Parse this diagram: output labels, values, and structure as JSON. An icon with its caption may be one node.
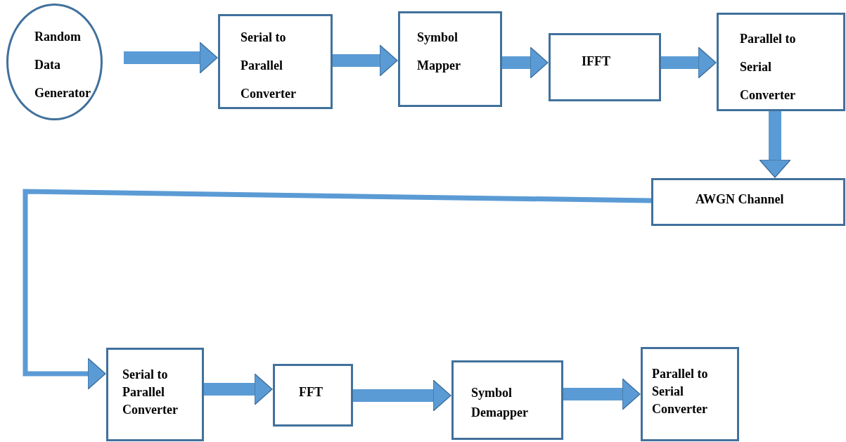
{
  "diagram": {
    "nodes": [
      {
        "text": [
          "Random Data Generator"
        ]
      },
      {
        "text": [
          "Serial to Parallel Converter"
        ]
      },
      {
        "text": [
          "Symbol Mapper"
        ]
      },
      {
        "text": [
          "IFFT"
        ]
      },
      {
        "text": [
          "Parallel to Serial Converter"
        ]
      },
      {
        "text": [
          "AWGN Channel"
        ]
      },
      {
        "text": [
          "Serial to Parallel Converter"
        ]
      },
      {
        "text": [
          "FFT"
        ]
      },
      {
        "text": [
          "Symbol Demapper"
        ]
      },
      {
        "text": [
          "Parallel to Serial Converter"
        ]
      }
    ],
    "edges": [
      {
        "from": 0,
        "to": 1,
        "arrow": "to"
      },
      {
        "from": 1,
        "to": 2,
        "arrow": "to"
      },
      {
        "from": 2,
        "to": 3,
        "arrow": "to"
      },
      {
        "from": 3,
        "to": 4,
        "arrow": "to"
      },
      {
        "from": 4,
        "to": 5,
        "arrow": "to"
      },
      {
        "from": 5,
        "to": 6,
        "arrow": "to"
      },
      {
        "from": 6,
        "to": 7,
        "arrow": "to"
      },
      {
        "from": 7,
        "to": 8,
        "arrow": "to"
      },
      {
        "from": 8,
        "to": 9,
        "arrow": "to"
      }
    ]
  }
}
